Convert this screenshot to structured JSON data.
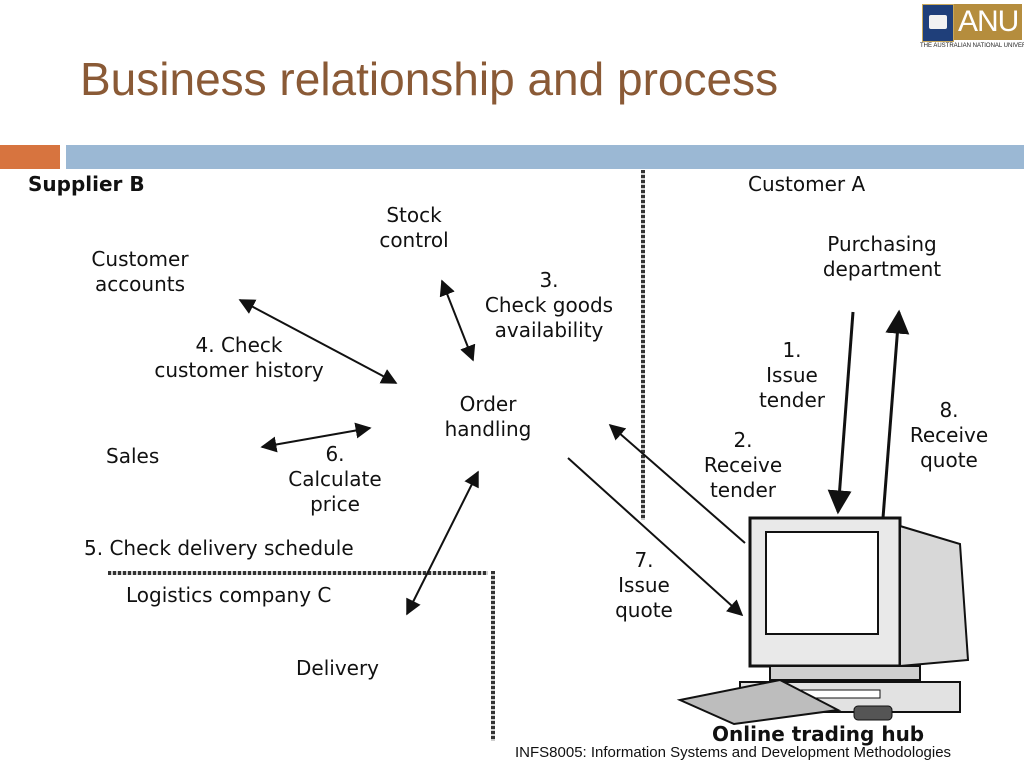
{
  "slide": {
    "title": "Business relationship and process",
    "footer": "INFS8005: Information Systems and Development Methodologies"
  },
  "logo": {
    "text": "ANU",
    "subtitle": "THE AUSTRALIAN NATIONAL UNIVERSITY"
  },
  "diagram": {
    "supplier_b": "Supplier B",
    "customer_a": "Customer A",
    "stock_control": [
      "Stock",
      "control"
    ],
    "customer_accounts": [
      "Customer",
      "accounts"
    ],
    "purchasing_department": [
      "Purchasing",
      "department"
    ],
    "step3": [
      "3.",
      "Check goods",
      "availability"
    ],
    "step4": [
      "4. Check",
      "customer history"
    ],
    "step1": [
      "1.",
      "Issue",
      "tender"
    ],
    "order_handling": [
      "Order",
      "handling"
    ],
    "step8": [
      "8.",
      "Receive",
      "quote"
    ],
    "sales": "Sales",
    "step6": [
      "6.",
      "Calculate",
      "price"
    ],
    "step2": [
      "2.",
      "Receive",
      "tender"
    ],
    "step5": "5. Check delivery schedule",
    "logistics": "Logistics company C",
    "step7": [
      "7.",
      "Issue",
      "quote"
    ],
    "delivery": "Delivery",
    "online_hub": "Online trading hub"
  },
  "colors": {
    "title": "#8a5a36",
    "accent_orange": "#d7743f",
    "accent_blue": "#9bb8d4"
  }
}
